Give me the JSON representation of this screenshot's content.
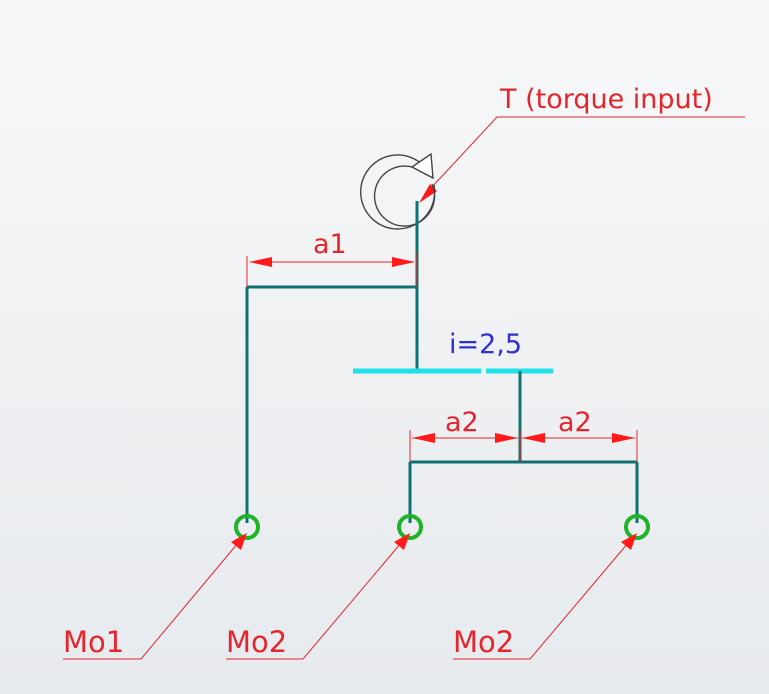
{
  "labels": {
    "torque": "T (torque input)",
    "a1": "a1",
    "a2_left": "a2",
    "a2_right": "a2",
    "ratio": "i=2,5",
    "mo1": "Mo1",
    "mo2_middle": "Mo2",
    "mo2_right": "Mo2"
  },
  "icons": {
    "rotation": "rotation-arrow-icon",
    "joint": "joint-circle-icon"
  },
  "colors": {
    "background": "#eef0f2",
    "annotation": "#e3262d",
    "shaft": "#0f7272",
    "gear": "#21e0e8",
    "joint": "#1fb327",
    "ratio_text": "#2f2fd6"
  }
}
